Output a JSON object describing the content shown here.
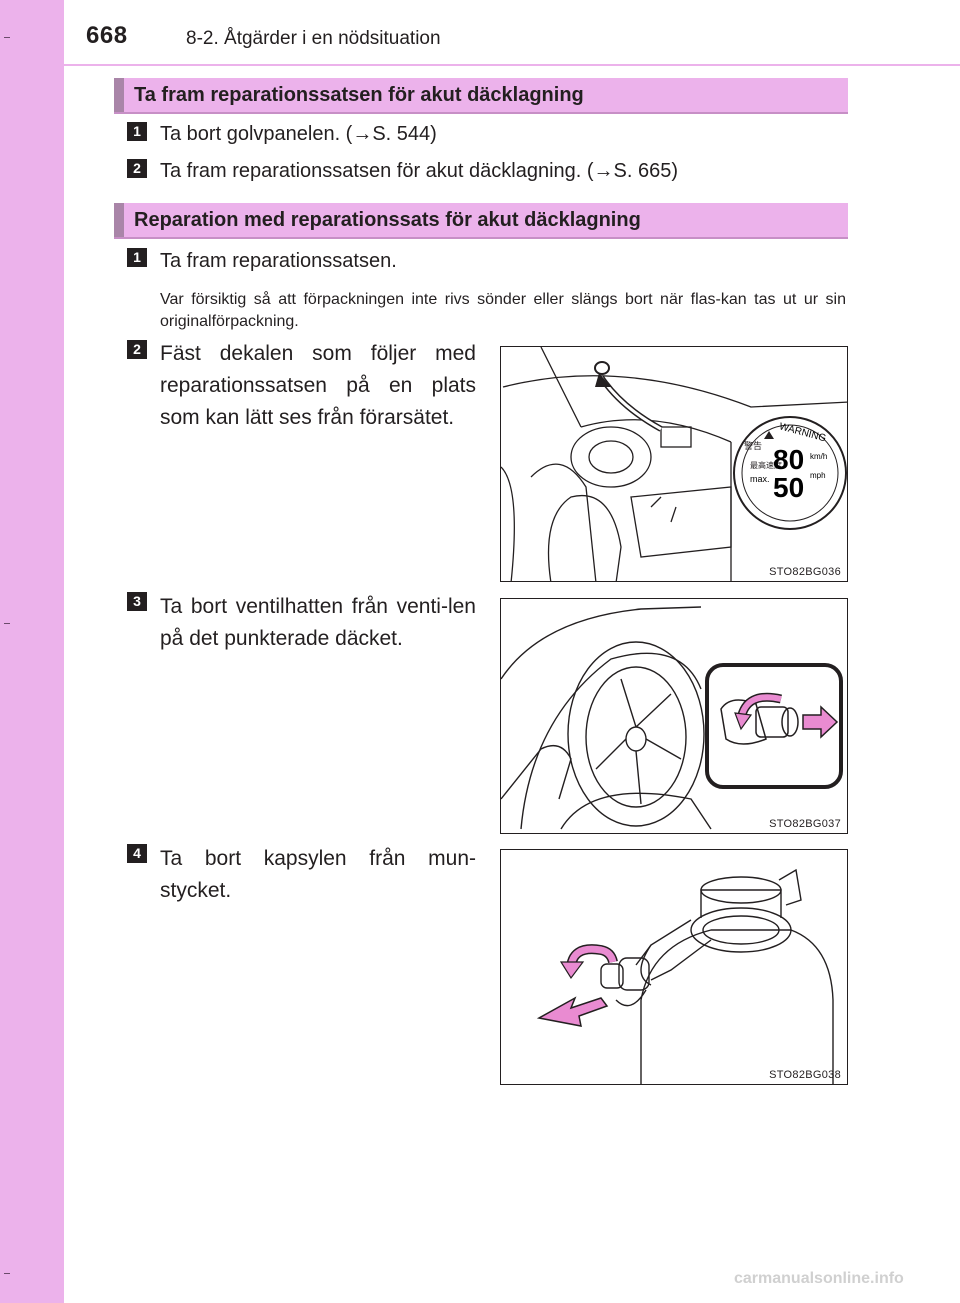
{
  "header": {
    "page_number": "668",
    "section_title": "8-2. Åtgärder i en nödsituation"
  },
  "section1": {
    "title": "Ta fram reparationssatsen för akut däcklagning",
    "steps": [
      {
        "number": "1",
        "text": "Ta bort golvpanelen. (→S. 544)"
      },
      {
        "number": "2",
        "text": "Ta fram reparationssatsen för akut däcklagning. (→S. 665)"
      }
    ]
  },
  "section2": {
    "title": "Reparation med reparationssats för akut däcklagning",
    "steps": [
      {
        "number": "1",
        "text": "Ta fram reparationssatsen.",
        "note": "Var försiktig så att förpackningen inte rivs sönder eller slängs bort när flas-kan tas ut ur sin originalförpackning."
      },
      {
        "number": "2",
        "text": "Fäst dekalen som följer med reparationssatsen på en plats som kan lätt ses från förarsätet.",
        "figure": "STO82BG036"
      },
      {
        "number": "3",
        "text": "Ta bort ventilhatten från venti-len på det punkterade däcket.",
        "figure": "STO82BG037"
      },
      {
        "number": "4",
        "text": "Ta bort kapsylen från mun-stycket.",
        "figure": "STO82BG038"
      }
    ]
  },
  "sticker": {
    "warning": "WARNING",
    "speed_kmh": "80",
    "unit_kmh": "km/h",
    "speed_mph": "50",
    "unit_mph": "mph",
    "max_label": "max.",
    "jp_top": "警告",
    "jp_speed": "最高速度"
  },
  "footer": {
    "watermark": "carmanualsonline.info"
  },
  "colors": {
    "sidebar": "#ecb2eb",
    "bar_accent": "#a985a8",
    "arrow_pink": "#e98bd1",
    "text": "#231f20"
  }
}
